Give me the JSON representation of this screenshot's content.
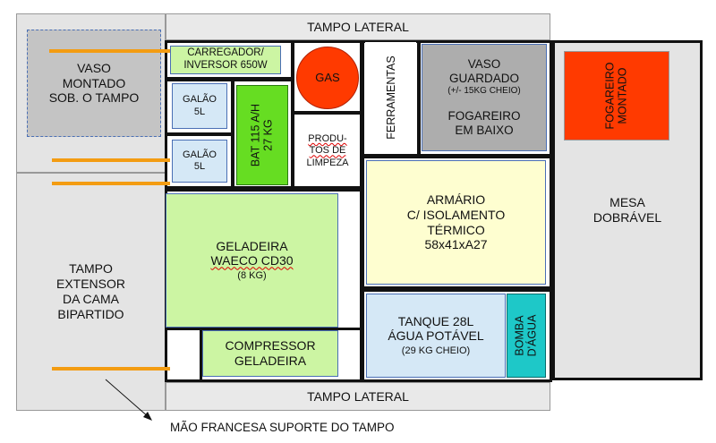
{
  "labels": {
    "tampo_lateral_top": "TAMPO LATERAL",
    "tampo_lateral_bottom": "TAMPO LATERAL",
    "vaso_montado": [
      "VASO",
      "MONTADO",
      "SOB. O TAMPO"
    ],
    "tampo_extensor": [
      "TAMPO",
      "EXTENSOR",
      "DA CAMA",
      "BIPARTIDO"
    ],
    "mao_francesa": "MÃO FRANCESA SUPORTE DO TAMPO",
    "carregador": [
      "CARREGADOR/",
      "INVERSOR 650W"
    ],
    "gas": "GAS",
    "galao_1": [
      "GALÃO",
      "5L"
    ],
    "galao_2": [
      "GALÃO",
      "5L"
    ],
    "bateria": [
      "BAT 115 A/H",
      "27 KG"
    ],
    "produtos": [
      "PRODU-",
      "TOS DE",
      "LIMPEZA"
    ],
    "ferramentas": "FERRAMENTAS",
    "vaso_guardado": [
      "VASO",
      "GUARDADO"
    ],
    "vaso_guardado_peso": "(+/- 15KG CHEIO)",
    "fogareiro_baixo": [
      "FOGAREIRO",
      "EM BAIXO"
    ],
    "armario": [
      "ARMÁRIO",
      "C/ ISOLAMENTO",
      "TÉRMICO",
      "58x41xA27"
    ],
    "geladeira": [
      "GELADEIRA",
      "WAECO CD30"
    ],
    "geladeira_peso": "(8 KG)",
    "compressor": [
      "COMPRESSOR",
      "GELADEIRA"
    ],
    "tanque": [
      "TANQUE 28L",
      "ÁGUA POTÁVEL"
    ],
    "tanque_peso": "(29 KG CHEIO)",
    "bomba": [
      "BOMBA",
      "D'ÁGUA"
    ],
    "fogareiro_montado": [
      "FOGAREIRO",
      "MONTADO"
    ],
    "mesa": [
      "MESA",
      "DOBRÁVEL"
    ]
  },
  "colors": {
    "light_green": "#ccf5a3",
    "bright_green": "#66dd22",
    "light_blue": "#d5e8f6",
    "light_yellow": "#fefed0",
    "gray": "#adadad",
    "red_orange": "#ff3a00",
    "teal": "#1ec8c8",
    "orange_pipe": "#f39c12"
  }
}
